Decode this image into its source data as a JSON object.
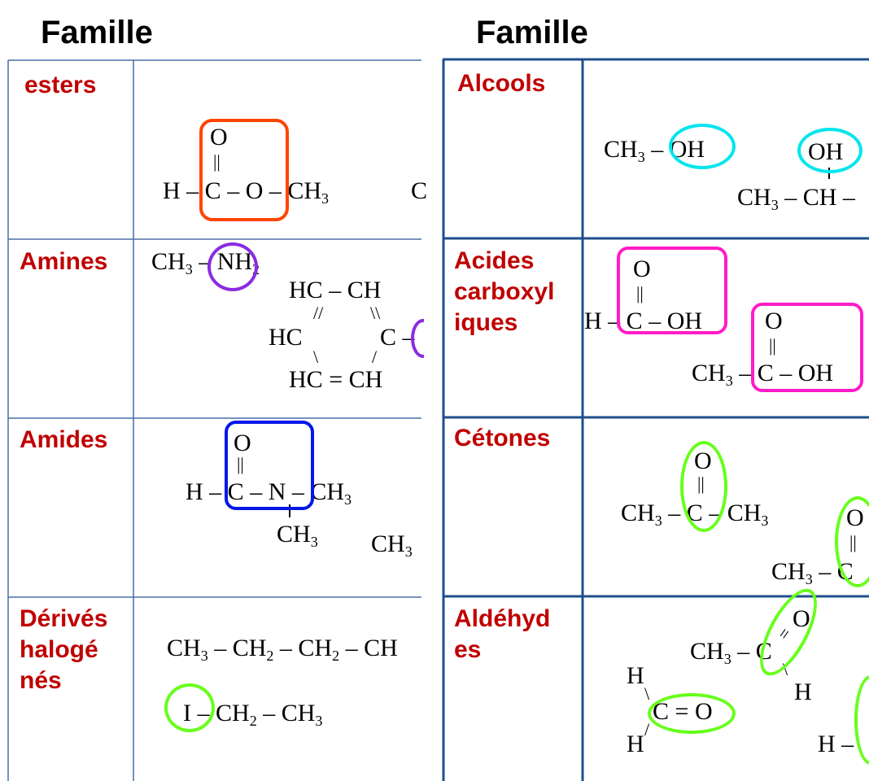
{
  "headers": {
    "left": "Famille",
    "right": "Famille"
  },
  "families": {
    "esters": "esters",
    "amines": "Amines",
    "amides": "Amides",
    "derives": [
      "Dérivés",
      "halogé",
      "nés"
    ],
    "alcools": "Alcools",
    "acides": [
      "Acides",
      "carboxyl",
      "iques"
    ],
    "cetones": "Cétones",
    "aldehydes": [
      "Aldéhyd",
      "es"
    ]
  },
  "glyphs": {
    "O": "O",
    "H": "H",
    "C": "C",
    "N": "N",
    "I": "I",
    "OH": "OH",
    "HC": "HC",
    "CH": "CH",
    "CH2": "CH",
    "CH3": "CH",
    "sub2": "2",
    "sub3": "3",
    "dash": "–",
    "eq": "=",
    "dbl": "=",
    "ll": "||",
    "slash": "/",
    "bslash": "\\"
  },
  "colors": {
    "title_red": "#c00000",
    "grid_left": "#4a6fa5",
    "grid_right": "#1f4e8c",
    "ester_mark": "#ff4500",
    "amine_mark": "#8a2be2",
    "amide_mark": "#0018e8",
    "halide_mark": "#66ff1a",
    "alcohol_mark": "#00e5ee",
    "acid_mark": "#ff1cc8",
    "ketone_mark": "#66ff1a",
    "aldehyde_mark": "#66ff1a"
  }
}
